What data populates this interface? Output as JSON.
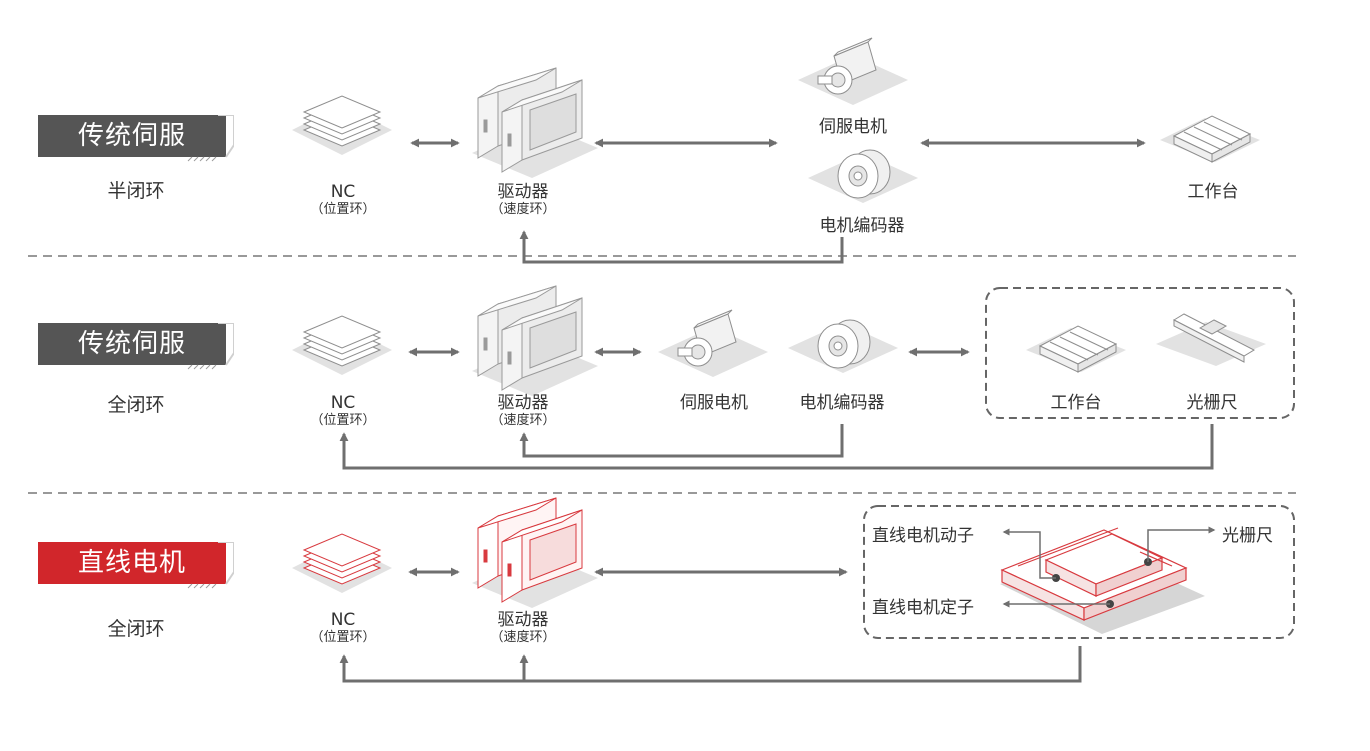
{
  "rows": [
    {
      "title": "传统伺服",
      "loop_type": "半闭环",
      "highlight": false,
      "nc": {
        "label": "NC",
        "sub": "（位置环）"
      },
      "driver": {
        "label": "驱动器",
        "sub": "（速度环）"
      },
      "servo_motor": {
        "label": "伺服电机"
      },
      "encoder": {
        "label": "电机编码器"
      },
      "worktable": {
        "label": "工作台"
      }
    },
    {
      "title": "传统伺服",
      "loop_type": "全闭环",
      "highlight": false,
      "nc": {
        "label": "NC",
        "sub": "（位置环）"
      },
      "driver": {
        "label": "驱动器",
        "sub": "（速度环）"
      },
      "servo_motor": {
        "label": "伺服电机"
      },
      "encoder": {
        "label": "电机编码器"
      },
      "worktable": {
        "label": "工作台"
      },
      "grating": {
        "label": "光栅尺"
      }
    },
    {
      "title": "直线电机",
      "loop_type": "全闭环",
      "highlight": true,
      "nc": {
        "label": "NC",
        "sub": "（位置环）"
      },
      "driver": {
        "label": "驱动器",
        "sub": "（速度环）"
      },
      "mover": {
        "label": "直线电机动子"
      },
      "grating": {
        "label": "光栅尺"
      },
      "stator": {
        "label": "直线电机定子"
      }
    }
  ],
  "colors": {
    "badge_gray": "#555555",
    "badge_red": "#d1262b",
    "line_gray": "#6f6f6f",
    "icon_gray": "#9a9a9a",
    "icon_red": "#d83a3f",
    "floor": "#dcdcdc"
  }
}
